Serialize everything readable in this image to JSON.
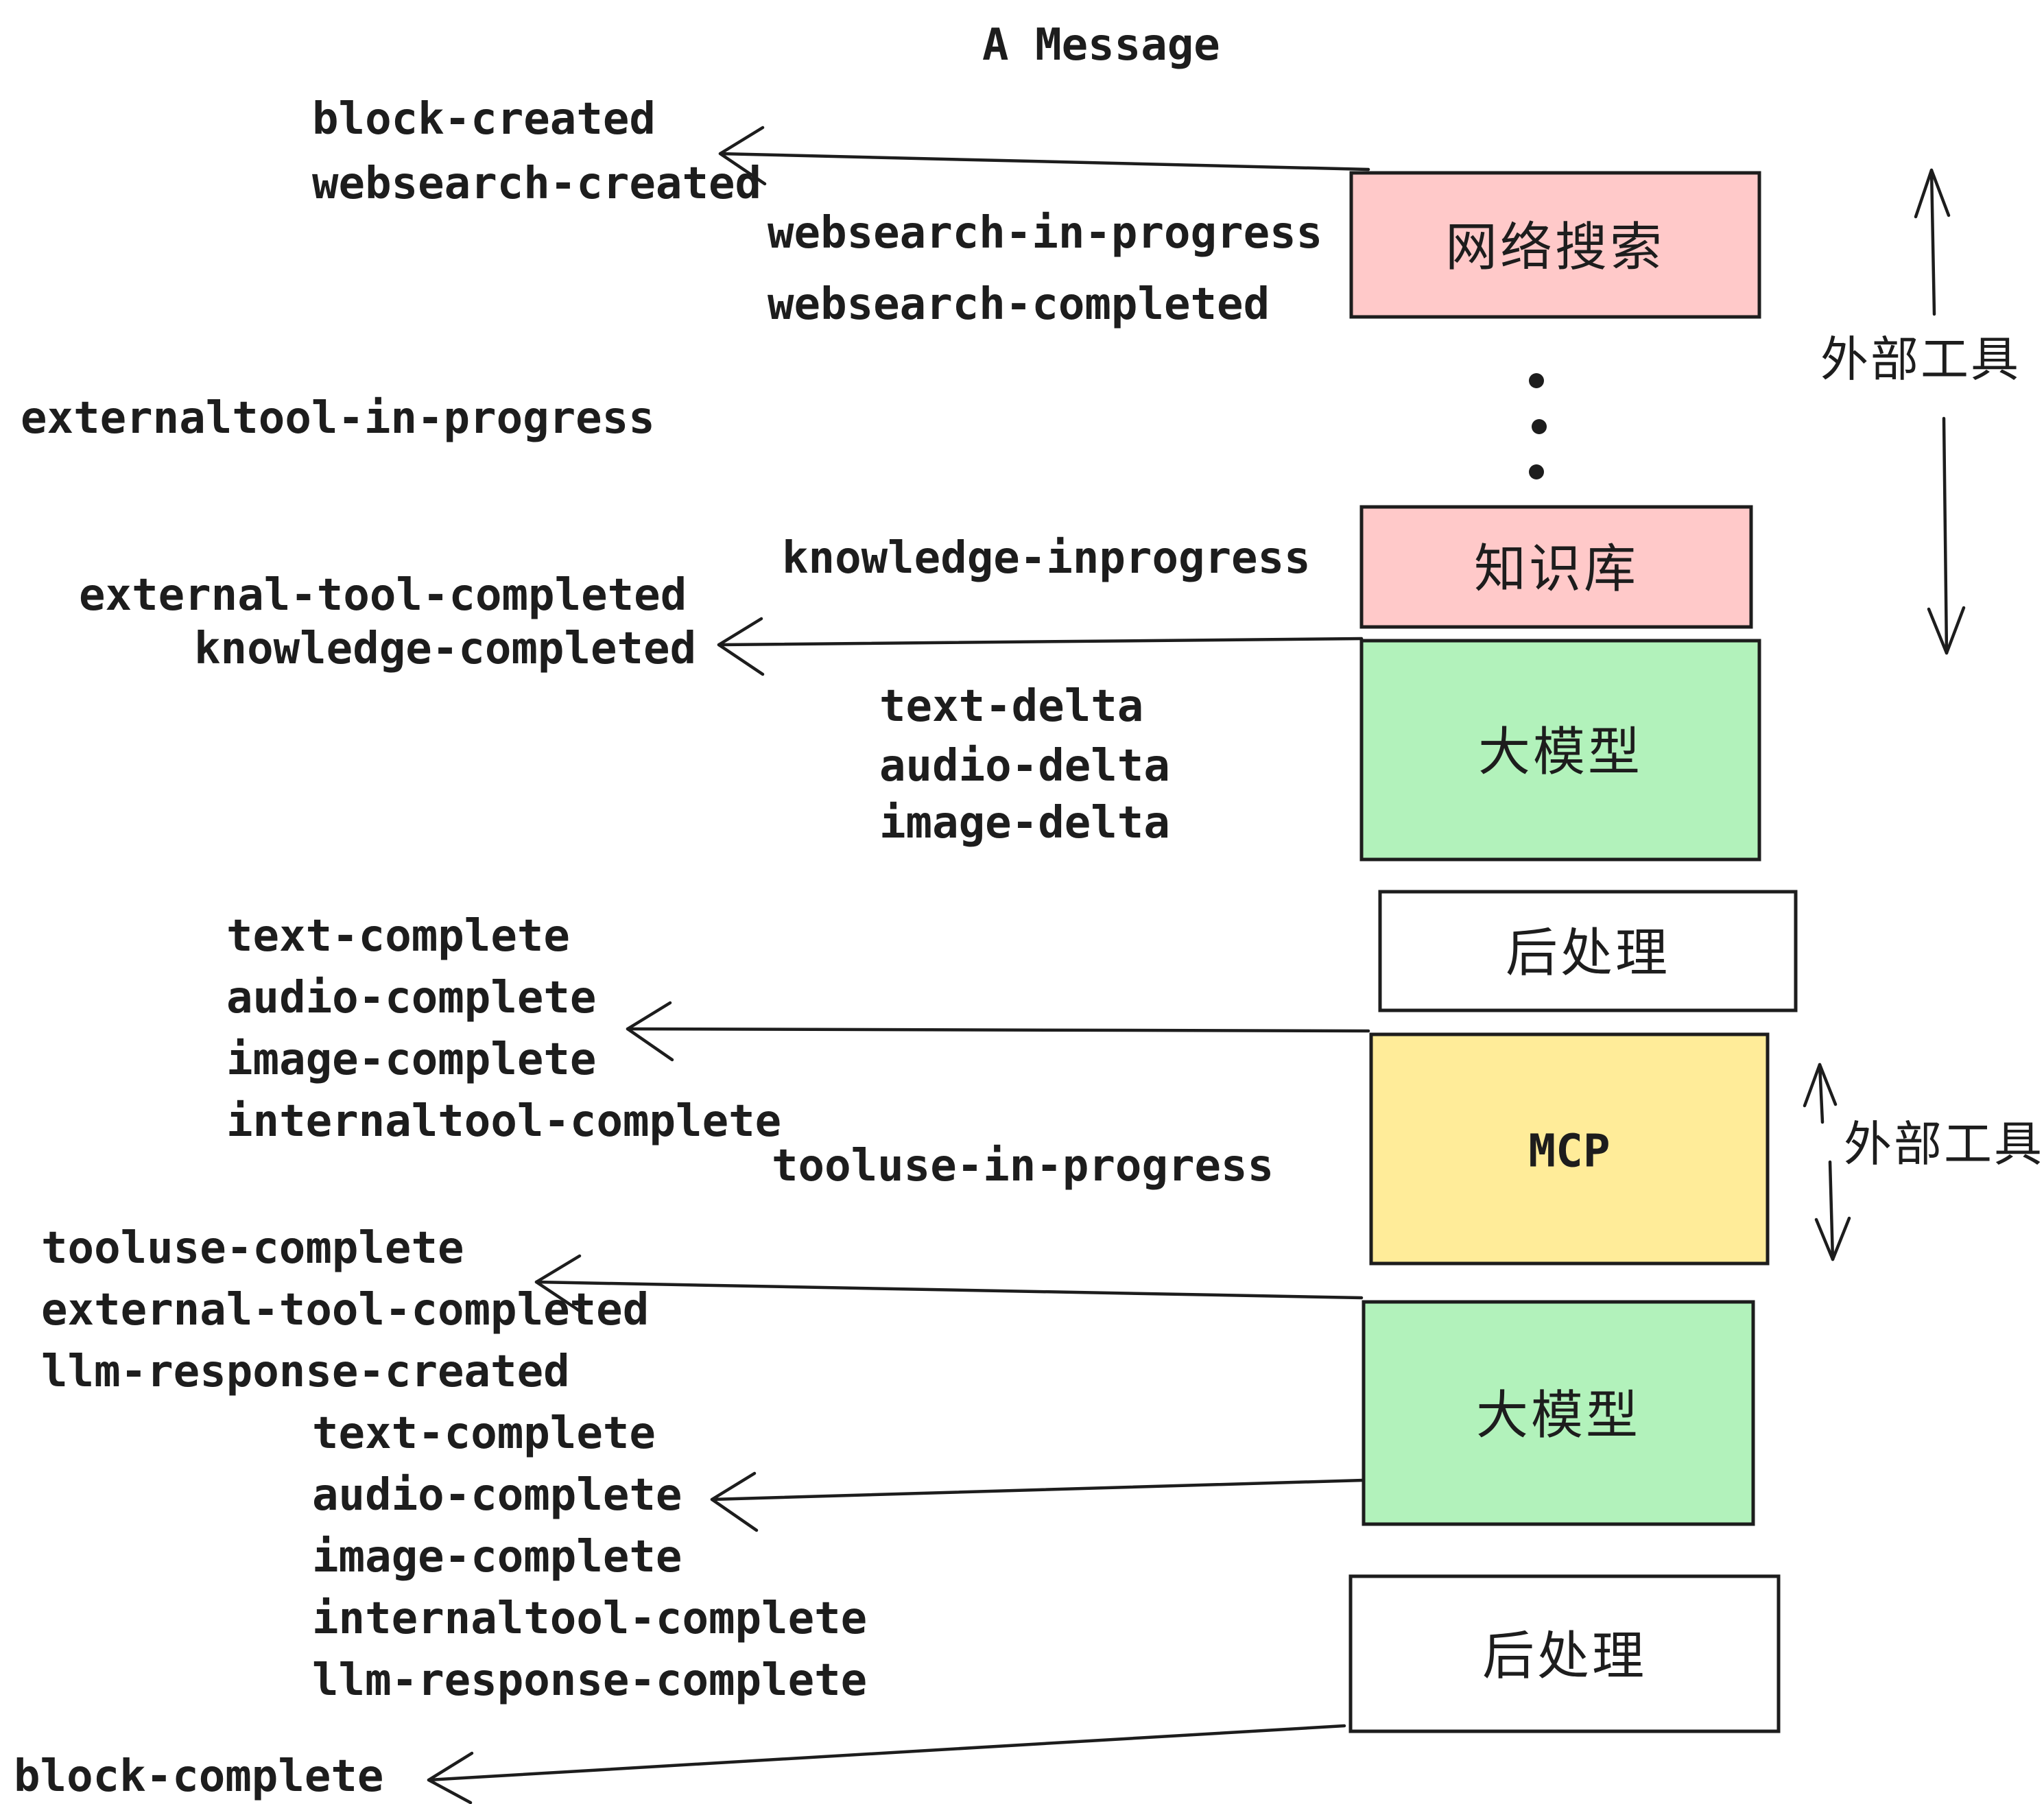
{
  "title": "A Message",
  "colors": {
    "pink": "#ffc9c9",
    "green": "#b2f2bb",
    "yellow": "#ffec99",
    "white": "#ffffff",
    "stroke": "#1d1d1d"
  },
  "nodes": {
    "websearch": "网络搜索",
    "knowledge": "知识库",
    "llm1": "大模型",
    "post1": "后处理",
    "mcp": "MCP",
    "llm2": "大模型",
    "post2": "后处理"
  },
  "side": {
    "external_tools_top": "外部工具",
    "external_tools_mcp": "外部工具"
  },
  "events": {
    "block_created": "block-created",
    "websearch_created": "websearch-created",
    "websearch_in_progress": "websearch-in-progress",
    "websearch_completed": "websearch-completed",
    "externaltool_in_progress": "externaltool-in-progress",
    "knowledge_inprogress": "knowledge-inprogress",
    "external_tool_completed_1": "external-tool-completed",
    "knowledge_completed": "knowledge-completed",
    "text_delta_1": "text-delta",
    "audio_delta_1": "audio-delta",
    "image_delta_1": "image-delta",
    "text_complete_1": "text-complete",
    "audio_complete_1": "audio-complete",
    "image_complete_1": "image-complete",
    "internaltool_complete_1": "internaltool-complete",
    "tooluse_in_progress": "tooluse-in-progress",
    "tooluse_complete": "tooluse-complete",
    "external_tool_completed_2": "external-tool-completed",
    "llm_response_created": "llm-response-created",
    "text_complete_2": "text-complete",
    "audio_complete_2": "audio-complete",
    "image_complete_2": "image-complete",
    "internaltool_complete_2": "internaltool-complete",
    "llm_response_complete": "llm-response-complete",
    "block_complete": "block-complete"
  }
}
